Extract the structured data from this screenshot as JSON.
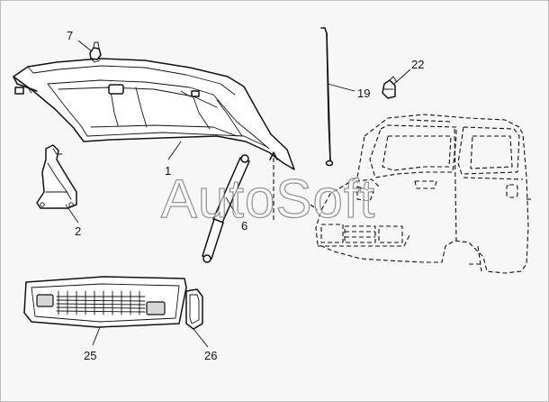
{
  "watermark": "AutoSoft",
  "callouts": [
    {
      "number": "7",
      "part": "clip"
    },
    {
      "number": "1",
      "part": "hood-panel"
    },
    {
      "number": "2",
      "part": "hinge-bracket"
    },
    {
      "number": "6",
      "part": "gas-strut"
    },
    {
      "number": "19",
      "part": "support-rod"
    },
    {
      "number": "22",
      "part": "catch"
    },
    {
      "number": "25",
      "part": "grille"
    },
    {
      "number": "26",
      "part": "side-lens"
    }
  ]
}
